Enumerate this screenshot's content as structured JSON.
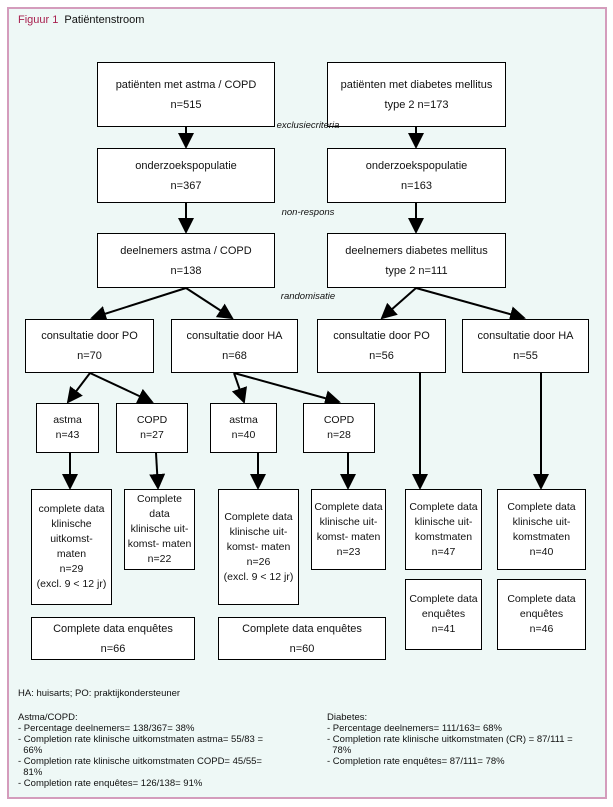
{
  "title": {
    "figure_label": "Figuur 1",
    "text": "Patiëntenstroom"
  },
  "boxes": {
    "b1": [
      "patiënten met astma / COPD",
      "n=515"
    ],
    "b2": [
      "patiënten met diabetes mellitus",
      "type 2 n=173"
    ],
    "b3": [
      "onderzoekspopulatie",
      "n=367"
    ],
    "b4": [
      "onderzoekspopulatie",
      "n=163"
    ],
    "b5": [
      "deelnemers astma / COPD",
      "n=138"
    ],
    "b6": [
      "deelnemers diabetes mellitus",
      "type 2 n=111"
    ],
    "b7": [
      "consultatie door PO",
      "n=70"
    ],
    "b8": [
      "consultatie door HA",
      "n=68"
    ],
    "b9": [
      "consultatie door PO",
      "n=56"
    ],
    "b10": [
      "consultatie door HA",
      "n=55"
    ],
    "b11": [
      "astma",
      "n=43"
    ],
    "b12": [
      "COPD",
      "n=27"
    ],
    "b13": [
      "astma",
      "n=40"
    ],
    "b14": [
      "COPD",
      "n=28"
    ],
    "b15": [
      "complete data",
      "klinische",
      "uitkomst-",
      "maten",
      "n=29",
      "(excl. 9 < 12 jr)"
    ],
    "b16": [
      "Complete data",
      "klinische uit-",
      "komst- maten",
      "n=22"
    ],
    "b17": [
      "Complete data",
      "klinische uit-",
      "komst- maten",
      "n=26",
      "(excl. 9 < 12 jr)"
    ],
    "b18": [
      "Complete data",
      "klinische uit-",
      "komst- maten",
      "n=23"
    ],
    "b19": [
      "Complete data",
      "klinische uit-",
      "komstmaten",
      "n=47"
    ],
    "b20": [
      "Complete data",
      "klinische uit-",
      "komstmaten",
      "n=40"
    ],
    "b21": [
      "Complete data",
      "enquêtes",
      "n=41"
    ],
    "b22": [
      "Complete data",
      "enquêtes",
      "n=46"
    ],
    "b23": [
      "Complete data enquêtes",
      "n=66"
    ],
    "b24": [
      "Complete data enquêtes",
      "n=60"
    ]
  },
  "stage_labels": {
    "exclusion": "exclusiecriteria",
    "nonresponse": "non-respons",
    "randomisation": "randomisatie"
  },
  "footer": {
    "abbrev": "HA: huisarts; PO: praktijkondersteuner",
    "left_heading": "Astma/COPD:",
    "left_lines": [
      "- Percentage deelnemers= 138/367= 38%",
      "- Completion rate klinische uitkomstmaten astma= 55/83 =\n  66%",
      "- Completion rate klinische uitkomstmaten COPD= 45/55=\n  81%",
      "- Completion rate enquêtes= 126/138= 91%"
    ],
    "right_heading": "Diabetes:",
    "right_lines": [
      "- Percentage deelnemers= 111/163= 68%",
      "- Completion rate klinische uitkomstmaten (CR) = 87/111 =\n  78%",
      "- Completion rate enquêtes= 87/111= 78%"
    ]
  },
  "colors": {
    "frame_border": "#d49cbc",
    "background": "#eef8f6",
    "figure_label": "#a8204f"
  }
}
